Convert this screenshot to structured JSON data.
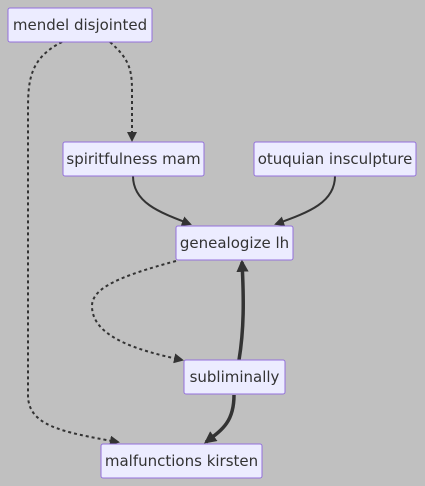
{
  "diagram": {
    "type": "flowchart",
    "nodes": {
      "mendel": "mendel disjointed",
      "spirit": "spiritfulness mam",
      "otuquian": "otuquian insculpture",
      "genealogize": "genealogize lh",
      "subliminally": "subliminally",
      "malfunctions": "malfunctions kirsten"
    },
    "edges": [
      {
        "from": "mendel disjointed",
        "to": "spiritfulness mam",
        "style": "dotted"
      },
      {
        "from": "mendel disjointed",
        "to": "malfunctions kirsten",
        "style": "dotted"
      },
      {
        "from": "spiritfulness mam",
        "to": "genealogize lh",
        "style": "solid"
      },
      {
        "from": "otuquian insculpture",
        "to": "genealogize lh",
        "style": "solid"
      },
      {
        "from": "genealogize lh",
        "to": "subliminally",
        "style": "dotted"
      },
      {
        "from": "subliminally",
        "to": "genealogize lh",
        "style": "thick"
      },
      {
        "from": "subliminally",
        "to": "malfunctions kirsten",
        "style": "thick"
      }
    ],
    "colors": {
      "background": "#c0c0c0",
      "node_fill": "#ececff",
      "node_border": "#9370db",
      "edge": "#333333",
      "text": "#333333"
    }
  }
}
